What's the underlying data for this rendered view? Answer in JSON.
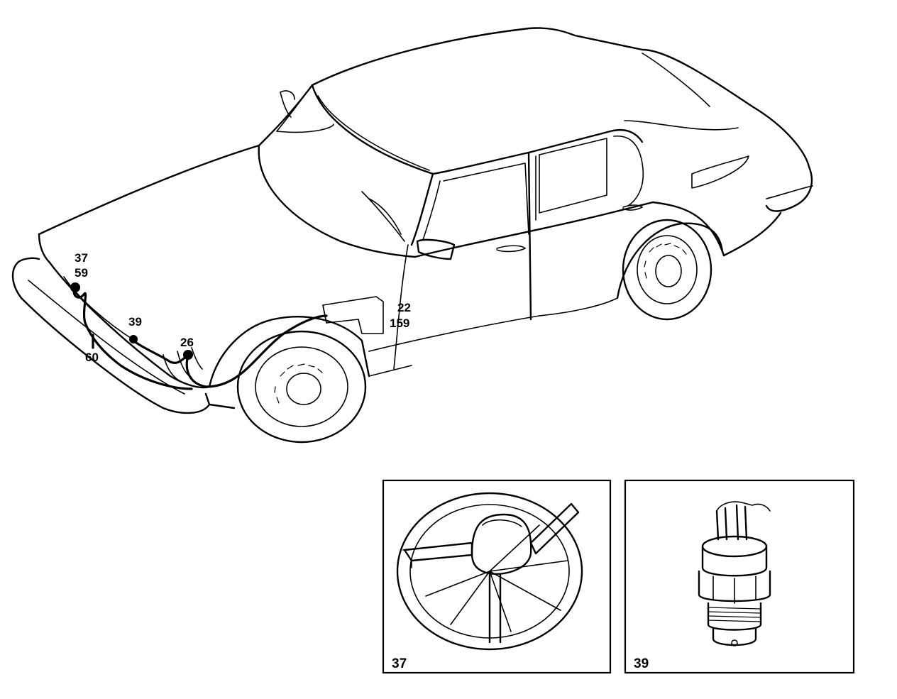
{
  "diagram": {
    "callouts": {
      "c37": "37",
      "c59": "59",
      "c39": "39",
      "c60": "60",
      "c26": "26",
      "c22": "22",
      "c159": "159"
    },
    "insets": [
      {
        "label": "37",
        "part": "cooling-fan"
      },
      {
        "label": "39",
        "part": "thermal-switch"
      }
    ]
  }
}
